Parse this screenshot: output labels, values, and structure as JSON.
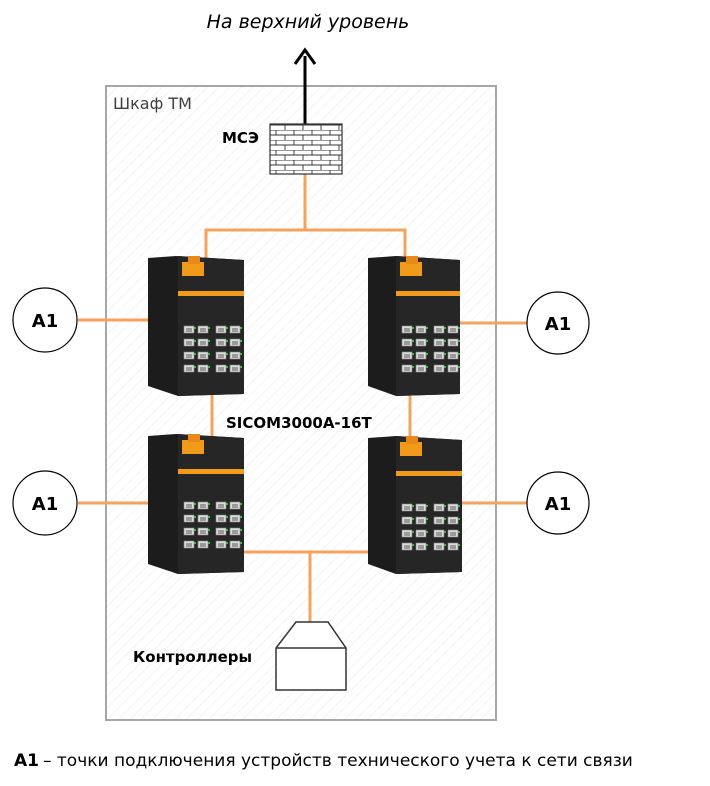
{
  "top_label": "На верхний уровень",
  "cabinet_label": "Шкаф ТМ",
  "firewall_label": "МСЭ",
  "switch_model": "SICOM3000A-16T",
  "controllers_label": "Контроллеры",
  "node_label": "A1",
  "legend": {
    "term": "A1",
    "description": "– точки подключения устройств технического учета к сети связи"
  },
  "colors": {
    "link": "#f5a35c",
    "cabinet_border": "#a6a6a6",
    "switch_body": "#1c1c1c",
    "switch_accent": "#f29a1a"
  }
}
